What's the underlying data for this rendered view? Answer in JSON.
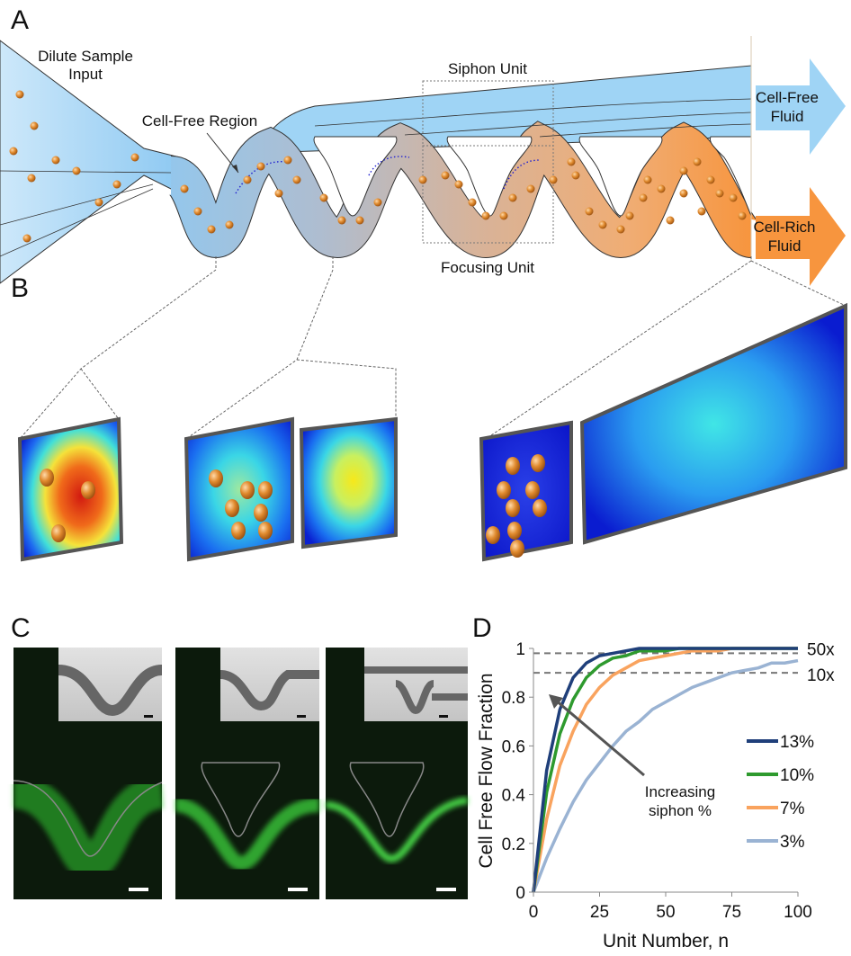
{
  "panel_labels": {
    "a": "A",
    "b": "B",
    "c": "C",
    "d": "D"
  },
  "panel_a": {
    "input_label_line1": "Dilute Sample",
    "input_label_line2": "Input",
    "cell_free_region": "Cell-Free Region",
    "siphon_unit": "Siphon Unit",
    "focusing_unit": "Focusing Unit",
    "cell_free_out_line1": "Cell-Free",
    "cell_free_out_line2": "Fluid",
    "cell_rich_out_line1": "Cell-Rich",
    "cell_rich_out_line2": "Fluid",
    "colors": {
      "cell_free": "#9fd4f5",
      "cell_rich": "#f7a356",
      "particle": "#e08a2e"
    }
  },
  "chart_data": {
    "type": "line",
    "xlabel": "Unit Number, n",
    "ylabel": "Cell Free Flow Fraction",
    "xlim": [
      0,
      100
    ],
    "ylim": [
      0,
      1
    ],
    "xticks": [
      "0",
      "25",
      "50",
      "75",
      "100"
    ],
    "yticks": [
      "0",
      "0.2",
      "0.4",
      "0.6",
      "0.8",
      "1"
    ],
    "grid": false,
    "legend_position": "right",
    "x": [
      0,
      5,
      10,
      15,
      20,
      25,
      30,
      35,
      40,
      45,
      50,
      55,
      60,
      65,
      70,
      75,
      80,
      85,
      90,
      95,
      100
    ],
    "series": [
      {
        "name": "13%",
        "color": "#1f3f7a",
        "values": [
          0,
          0.5,
          0.75,
          0.88,
          0.94,
          0.97,
          0.98,
          0.99,
          1,
          1,
          1,
          1,
          1,
          1,
          1,
          1,
          1,
          1,
          1,
          1,
          1
        ]
      },
      {
        "name": "10%",
        "color": "#2e9a2e",
        "values": [
          0,
          0.41,
          0.65,
          0.79,
          0.88,
          0.93,
          0.96,
          0.97,
          0.99,
          0.99,
          0.99,
          1,
          1,
          1,
          1,
          1,
          1,
          1,
          1,
          1,
          1
        ]
      },
      {
        "name": "7%",
        "color": "#f9a35e",
        "values": [
          0,
          0.3,
          0.52,
          0.66,
          0.77,
          0.84,
          0.89,
          0.92,
          0.95,
          0.96,
          0.97,
          0.98,
          0.99,
          0.99,
          0.99,
          1,
          1,
          1,
          1,
          1,
          1
        ]
      },
      {
        "name": "3%",
        "color": "#9ab3d3",
        "values": [
          0,
          0.14,
          0.26,
          0.37,
          0.46,
          0.53,
          0.6,
          0.66,
          0.7,
          0.75,
          0.78,
          0.81,
          0.84,
          0.86,
          0.88,
          0.9,
          0.91,
          0.92,
          0.94,
          0.94,
          0.95
        ]
      }
    ],
    "reference_lines": [
      {
        "y": 0.98,
        "label": "50x"
      },
      {
        "y": 0.9,
        "label": "10x"
      }
    ],
    "annotation_line1": "Increasing",
    "annotation_line2": "siphon %"
  }
}
